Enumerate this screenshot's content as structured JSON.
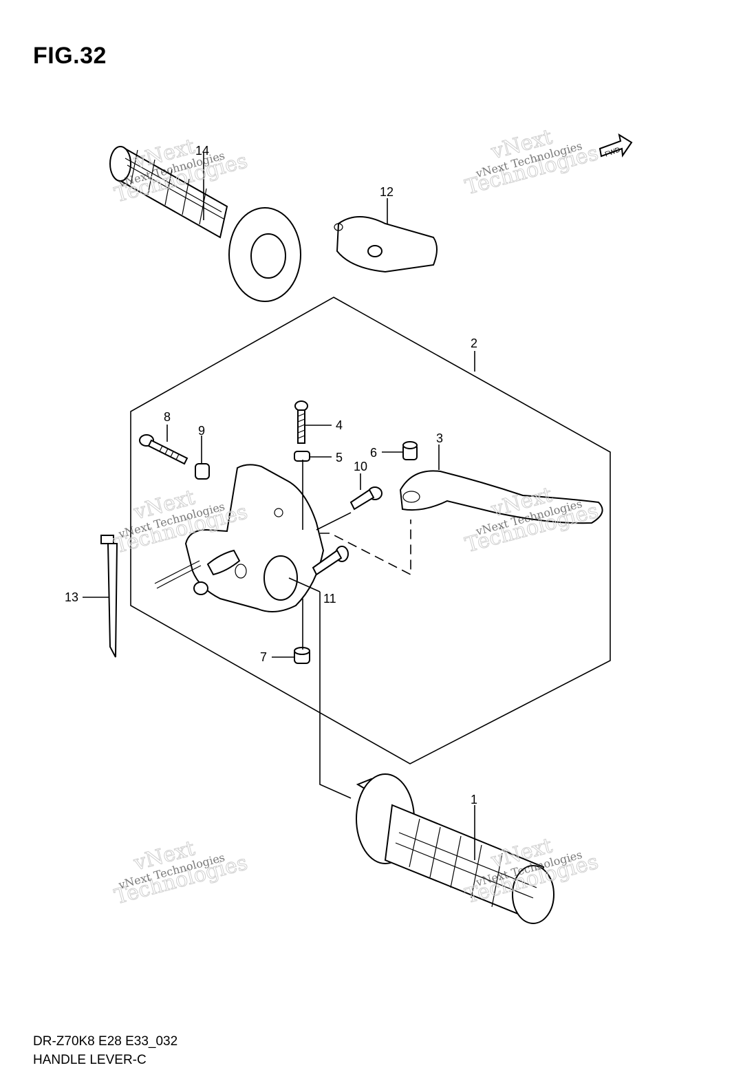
{
  "figure": {
    "title": "FIG.32",
    "code": "DR-Z70K8 E28 E33_032",
    "name": "HANDLE LEVER-C",
    "fwd_label": "FWD"
  },
  "callouts": [
    "1",
    "2",
    "3",
    "4",
    "5",
    "6",
    "7",
    "8",
    "9",
    "10",
    "11",
    "12",
    "13",
    "14"
  ],
  "watermark": {
    "brand_line": "vNext Technologies",
    "word_top": "vNext",
    "word_bottom": "Technologies"
  }
}
